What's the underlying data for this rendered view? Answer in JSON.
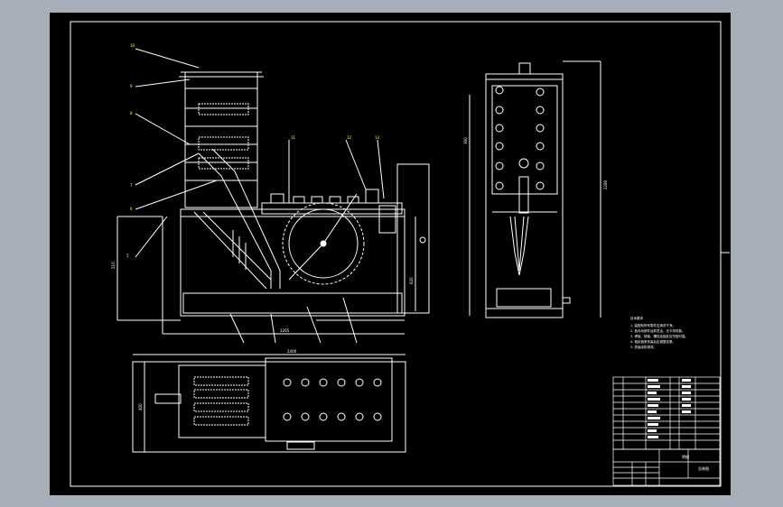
{
  "colors": {
    "background": "#a7afbb",
    "sheet": "#000000",
    "line": "#ffffff",
    "accent": "#ffff66"
  },
  "drawing": {
    "front_view": {
      "dimensions": [
        "510",
        "620",
        "1265"
      ]
    },
    "side_view": {
      "dimensions": [
        "360",
        "2280"
      ]
    },
    "top_view": {
      "dimensions": [
        "2400",
        "400"
      ]
    },
    "technical_requirements": {
      "heading": "技术要求",
      "lines": [
        "1. 装配前所有零件应清洗干净。",
        "2. 各传动部件运转灵活，无卡滞现象。",
        "3. 焊接、铆接、螺栓连接处应牢固可靠。",
        "4. 链轮链条安装后应调整张紧。",
        "5. 表面涂防锈漆。"
      ]
    },
    "title_block": {
      "table_title": "明细",
      "drawing_title": "总装图"
    }
  }
}
